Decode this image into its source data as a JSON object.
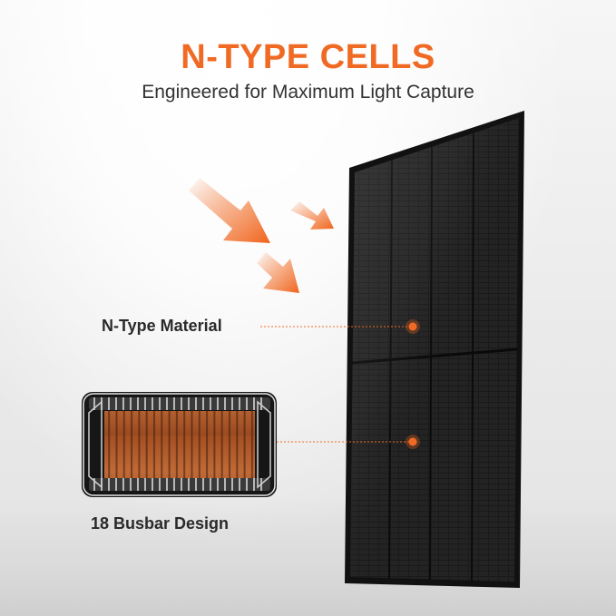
{
  "header": {
    "title": "N-TYPE CELLS",
    "subtitle": "Engineered for Maximum Light Capture"
  },
  "callouts": {
    "material": "N-Type Material",
    "busbar": "18 Busbar Design"
  },
  "colors": {
    "accent": "#f06a24",
    "panel": "#1d1d1d",
    "cell_copper": "#b65d2a"
  },
  "icons": [
    "light-arrow-icon",
    "light-arrow-icon",
    "light-arrow-icon"
  ]
}
